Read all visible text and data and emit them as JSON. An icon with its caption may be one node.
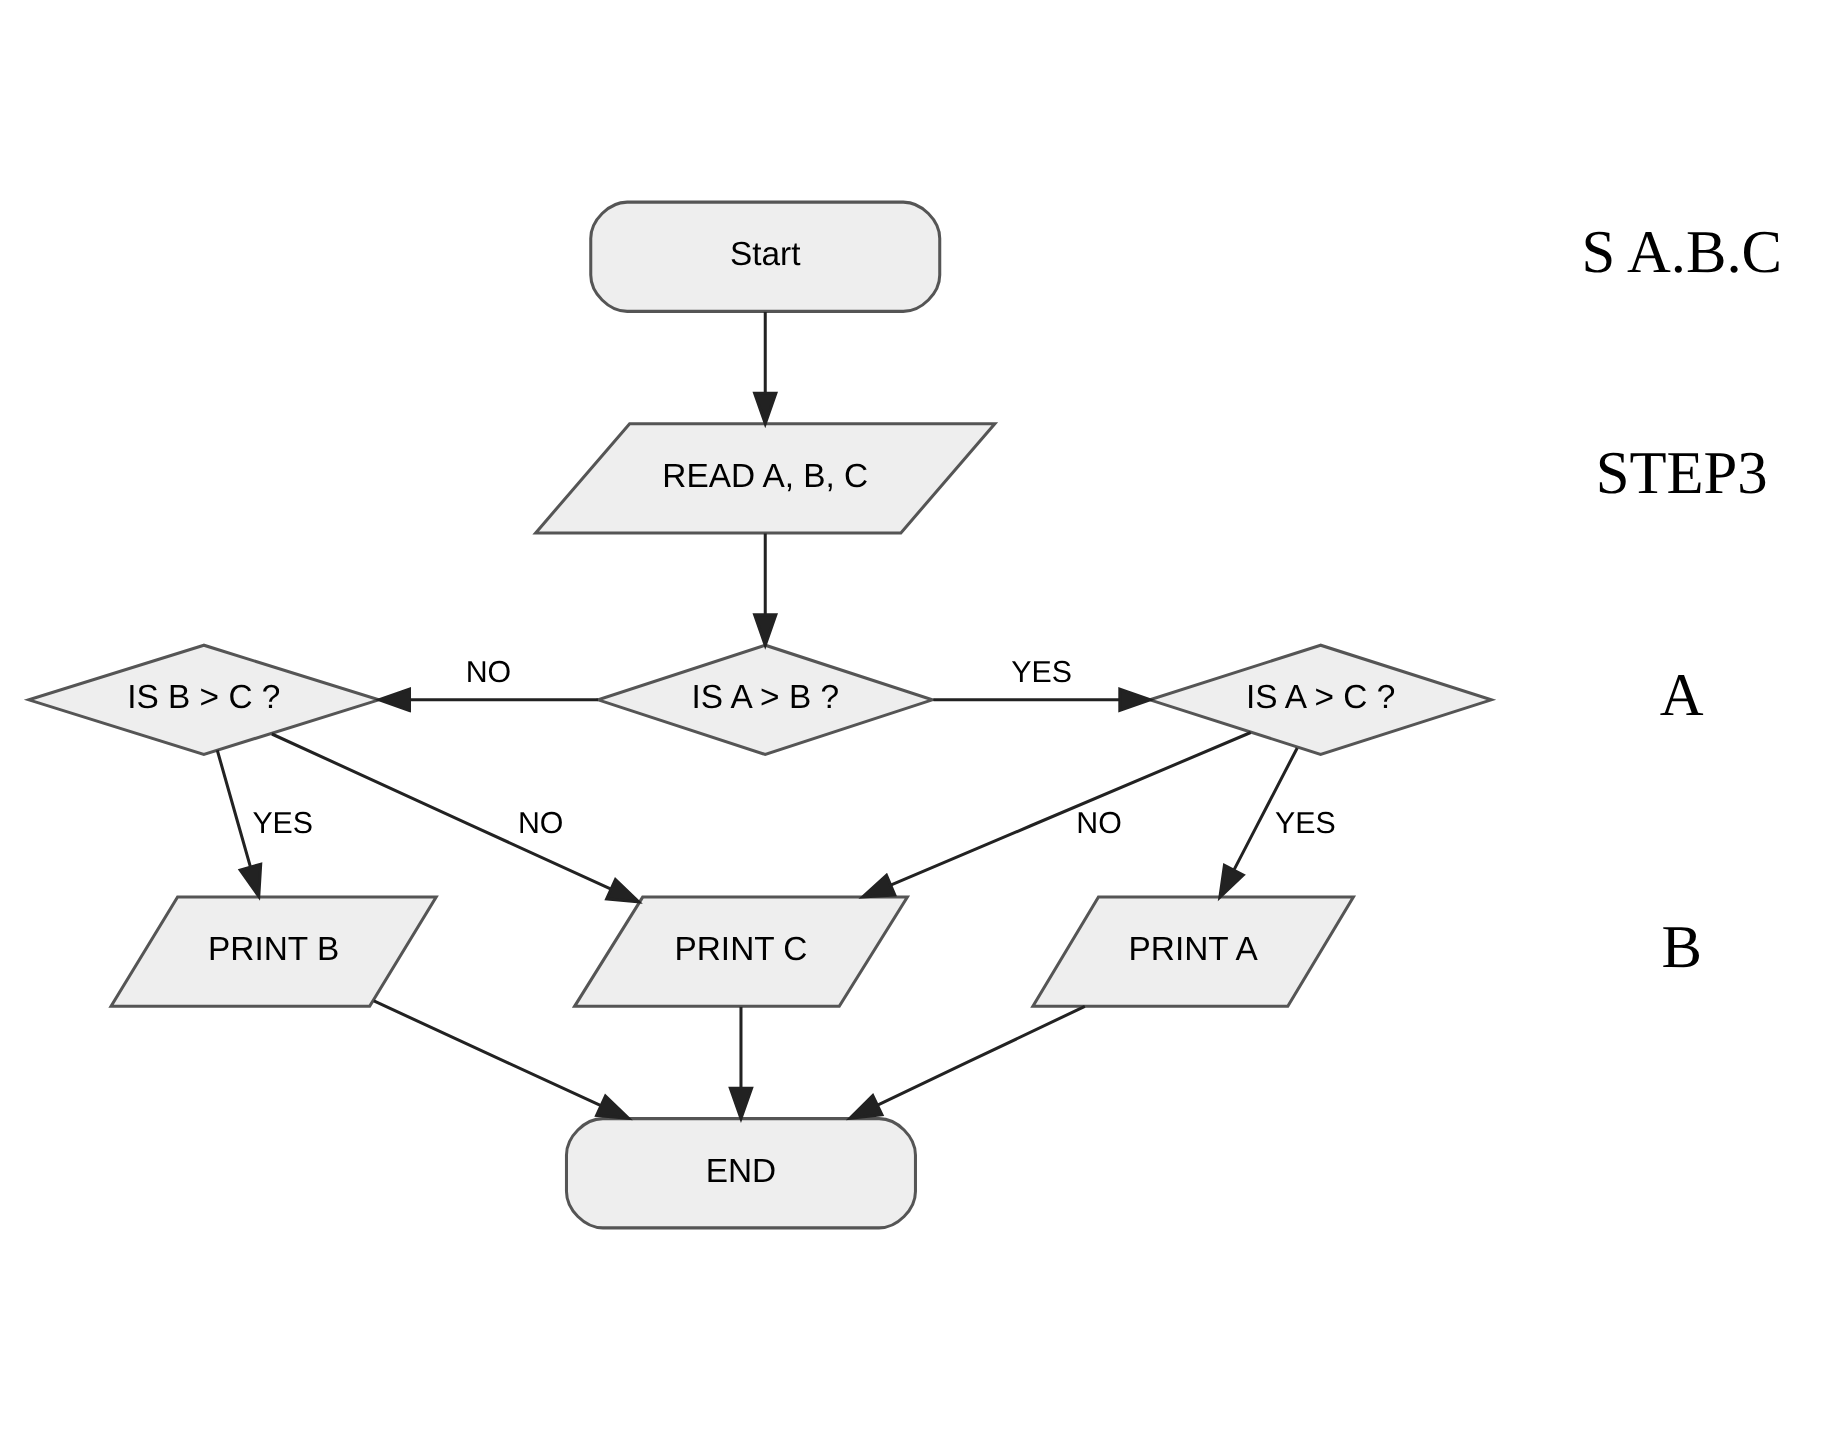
{
  "diagram": {
    "nodes": [
      {
        "text": [
          "Start"
        ]
      },
      {
        "text": [
          "READ A, B, C"
        ]
      },
      {
        "text": [
          "IS A > B ?"
        ]
      },
      {
        "text": [
          "IS B > C ?"
        ]
      },
      {
        "text": [
          "IS A > C ?"
        ]
      },
      {
        "text": [
          "PRINT B"
        ]
      },
      {
        "text": [
          "PRINT C"
        ]
      },
      {
        "text": [
          "PRINT A"
        ]
      },
      {
        "text": [
          "END"
        ]
      }
    ],
    "edges": [
      {
        "from": 0,
        "to": 1,
        "arrow": "to"
      },
      {
        "from": 1,
        "to": 2,
        "arrow": "to"
      },
      {
        "from": 2,
        "to": 3,
        "label": "NO",
        "arrow": "to"
      },
      {
        "from": 2,
        "to": 4,
        "label": "YES",
        "arrow": "to"
      },
      {
        "from": 3,
        "to": 5,
        "label": "YES",
        "arrow": "to"
      },
      {
        "from": 3,
        "to": 6,
        "label": "NO",
        "arrow": "to"
      },
      {
        "from": 4,
        "to": 7,
        "label": "YES",
        "arrow": "to"
      },
      {
        "from": 4,
        "to": 6,
        "label": "NO",
        "arrow": "to"
      },
      {
        "from": 5,
        "to": 8,
        "arrow": "to"
      },
      {
        "from": 6,
        "to": 8,
        "arrow": "to"
      },
      {
        "from": 7,
        "to": 8,
        "arrow": "to"
      }
    ],
    "labels": [
      "S A.B.C",
      "STEP3",
      "A",
      "B"
    ]
  }
}
